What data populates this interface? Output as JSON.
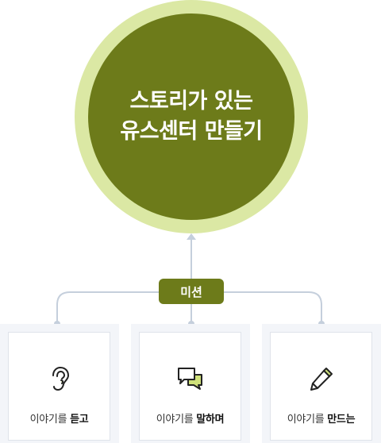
{
  "center": {
    "line1": "스토리가 있는",
    "line2": "유스센터 만들기"
  },
  "mission": {
    "label": "미션"
  },
  "cards": [
    {
      "prefix": "이야기를 ",
      "bold": "듣고",
      "icon": "ear-icon"
    },
    {
      "prefix": "이야기를 ",
      "bold": "말하며",
      "icon": "speech-bubbles-icon"
    },
    {
      "prefix": "이야기를 ",
      "bold": "만드는",
      "icon": "pencil-icon"
    }
  ],
  "colors": {
    "primary": "#6d7b1a",
    "light_ring": "#dbe8a4",
    "icon_accent": "#cfe17a",
    "connector": "#c5cfdc"
  }
}
